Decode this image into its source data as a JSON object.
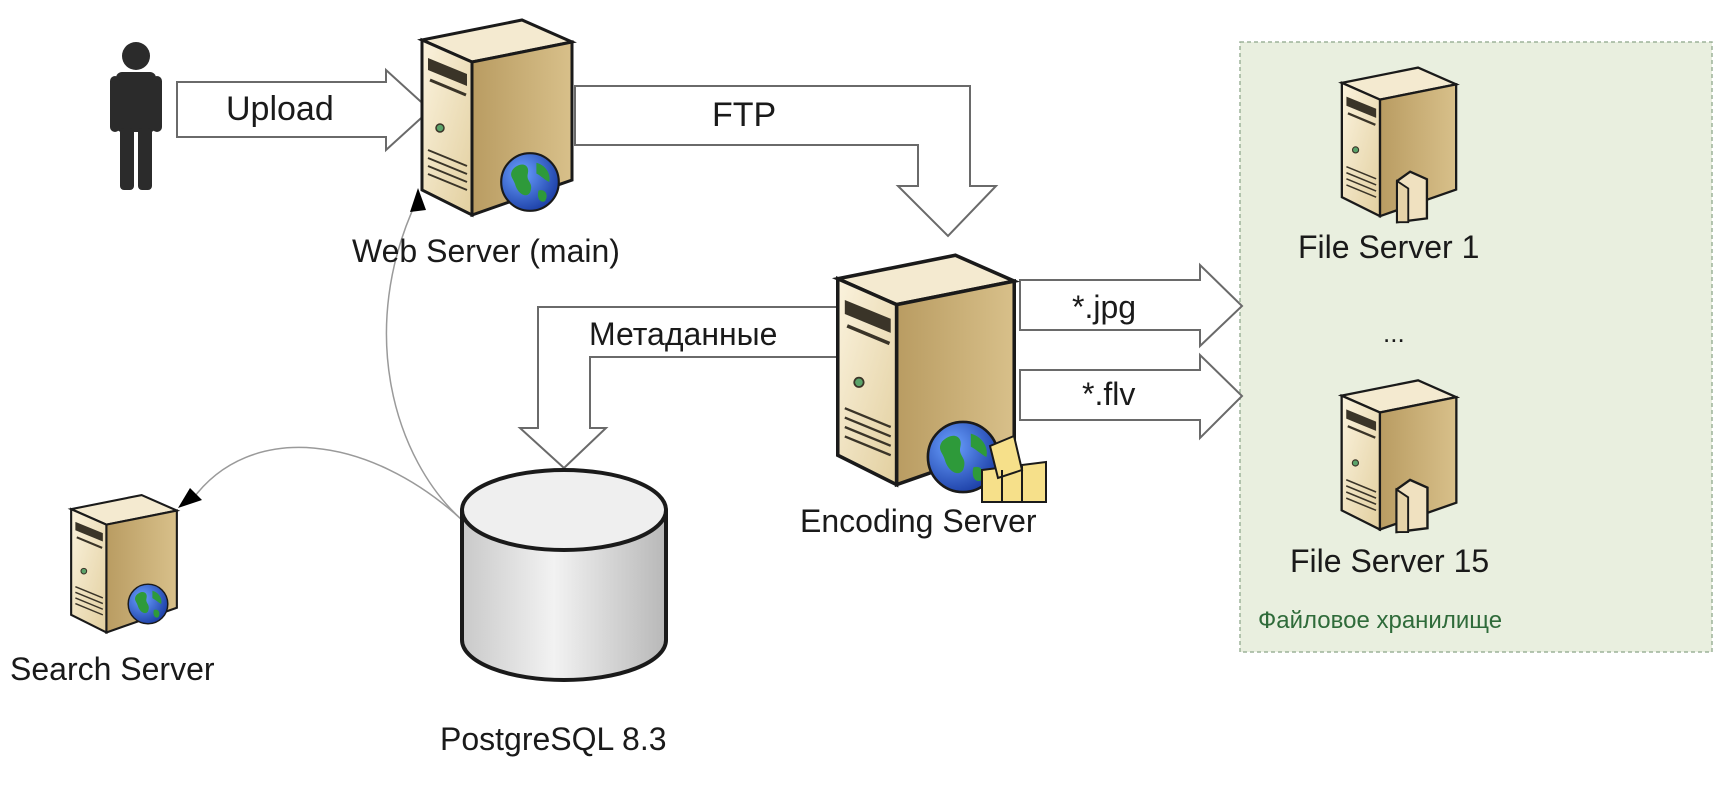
{
  "nodes": {
    "web_server": "Web Server (main)",
    "encoding_server": "Encoding Server",
    "file_server_1": "File Server 1",
    "file_server_15": "File Server 15",
    "search_server": "Search Server",
    "database": "PostgreSQL 8.3"
  },
  "edges": {
    "upload": "Upload",
    "ftp": "FTP",
    "metadata": "Метаданные",
    "jpg": "*.jpg",
    "flv": "*.flv"
  },
  "storage": {
    "label": "Файловое хранилище",
    "ellipsis": "...",
    "background": "#e9efdf",
    "border": "#9db39a"
  },
  "colors": {
    "server_body": "#efe3c4",
    "server_side": "#cbb27e",
    "server_dark": "#3a3428",
    "globe_water": "#2a55c8",
    "globe_land": "#2e9a3a"
  }
}
